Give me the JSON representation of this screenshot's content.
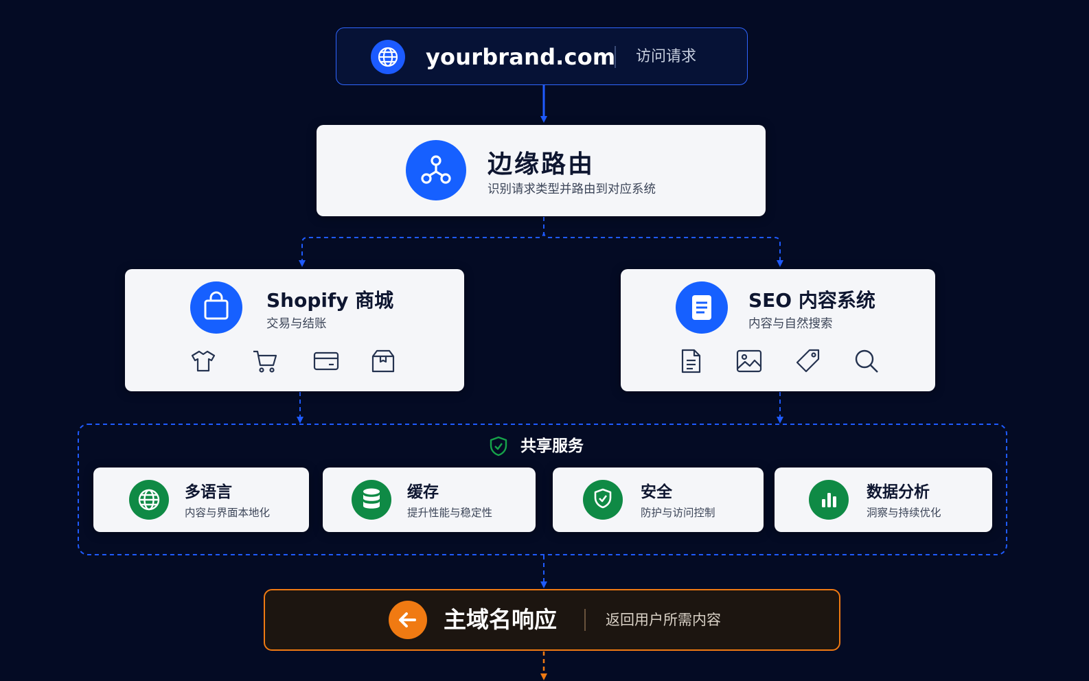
{
  "request": {
    "domain": "yourbrand.com",
    "label": "访问请求",
    "icon": "globe-icon"
  },
  "edge_router": {
    "title": "边缘路由",
    "subtitle": "识别请求类型并路由到对应系统",
    "icon": "share-nodes-icon"
  },
  "shopify": {
    "title": "Shopify 商城",
    "subtitle": "交易与结账",
    "icon": "shopping-bag-icon",
    "features": [
      "tshirt-icon",
      "cart-icon",
      "credit-card-icon",
      "package-icon"
    ]
  },
  "seo": {
    "title": "SEO 内容系统",
    "subtitle": "内容与自然搜索",
    "icon": "document-icon",
    "features": [
      "page-icon",
      "image-icon",
      "tag-icon",
      "search-icon"
    ]
  },
  "shared": {
    "title": "共享服务",
    "icon": "shield-check-icon",
    "services": [
      {
        "title": "多语言",
        "subtitle": "内容与界面本地化",
        "icon": "globe-icon"
      },
      {
        "title": "缓存",
        "subtitle": "提升性能与稳定性",
        "icon": "database-icon"
      },
      {
        "title": "安全",
        "subtitle": "防护与访问控制",
        "icon": "shield-check-icon"
      },
      {
        "title": "数据分析",
        "subtitle": "洞察与持续优化",
        "icon": "bar-chart-icon"
      }
    ]
  },
  "response": {
    "title": "主域名响应",
    "label": "返回用户所需内容",
    "icon": "arrow-left-icon"
  },
  "colors": {
    "background": "#040b24",
    "blue": "#1660ff",
    "green": "#0f8a45",
    "orange": "#f07a12"
  }
}
